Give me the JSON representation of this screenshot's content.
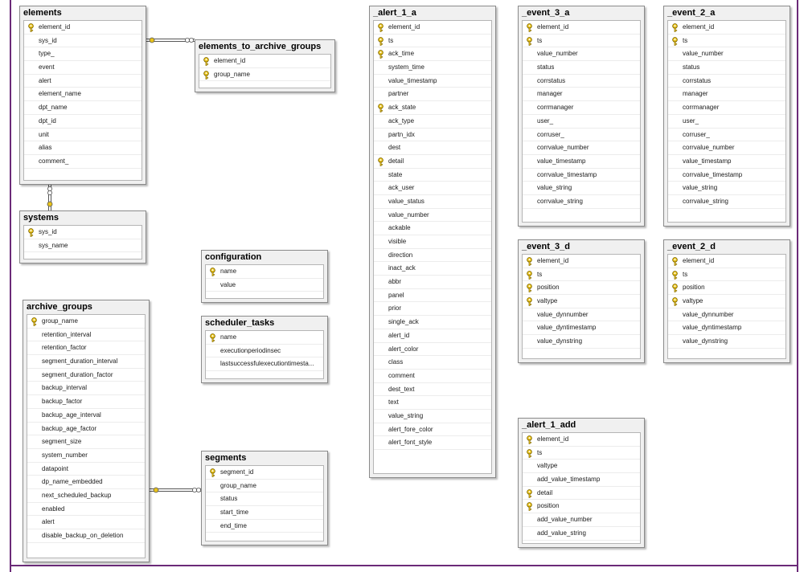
{
  "tables": {
    "elements": {
      "title": "elements",
      "columns": [
        {
          "name": "element_id",
          "key": true
        },
        {
          "name": "sys_id",
          "key": false
        },
        {
          "name": "type_",
          "key": false
        },
        {
          "name": "event",
          "key": false
        },
        {
          "name": "alert",
          "key": false
        },
        {
          "name": "element_name",
          "key": false
        },
        {
          "name": "dpt_name",
          "key": false
        },
        {
          "name": "dpt_id",
          "key": false
        },
        {
          "name": "unit",
          "key": false
        },
        {
          "name": "alias",
          "key": false
        },
        {
          "name": "comment_",
          "key": false
        }
      ]
    },
    "elements_to_archive_groups": {
      "title": "elements_to_archive_groups",
      "columns": [
        {
          "name": "element_id",
          "key": true
        },
        {
          "name": "group_name",
          "key": true
        }
      ]
    },
    "systems": {
      "title": "systems",
      "columns": [
        {
          "name": "sys_id",
          "key": true
        },
        {
          "name": "sys_name",
          "key": false
        }
      ]
    },
    "configuration": {
      "title": "configuration",
      "columns": [
        {
          "name": "name",
          "key": true
        },
        {
          "name": "value",
          "key": false
        }
      ]
    },
    "scheduler_tasks": {
      "title": "scheduler_tasks",
      "columns": [
        {
          "name": "name",
          "key": true
        },
        {
          "name": "executionperiodinsec",
          "key": false
        },
        {
          "name": "lastsuccessfulexecutiontimesta...",
          "key": false
        }
      ]
    },
    "archive_groups": {
      "title": "archive_groups",
      "columns": [
        {
          "name": "group_name",
          "key": true
        },
        {
          "name": "retention_interval",
          "key": false
        },
        {
          "name": "retention_factor",
          "key": false
        },
        {
          "name": "segment_duration_interval",
          "key": false
        },
        {
          "name": "segment_duration_factor",
          "key": false
        },
        {
          "name": "backup_interval",
          "key": false
        },
        {
          "name": "backup_factor",
          "key": false
        },
        {
          "name": "backup_age_interval",
          "key": false
        },
        {
          "name": "backup_age_factor",
          "key": false
        },
        {
          "name": "segment_size",
          "key": false
        },
        {
          "name": "system_number",
          "key": false
        },
        {
          "name": "datapoint",
          "key": false
        },
        {
          "name": "dp_name_embedded",
          "key": false
        },
        {
          "name": "next_scheduled_backup",
          "key": false
        },
        {
          "name": "enabled",
          "key": false
        },
        {
          "name": "alert",
          "key": false
        },
        {
          "name": "disable_backup_on_deletion",
          "key": false
        }
      ]
    },
    "segments": {
      "title": "segments",
      "columns": [
        {
          "name": "segment_id",
          "key": true
        },
        {
          "name": "group_name",
          "key": false
        },
        {
          "name": "status",
          "key": false
        },
        {
          "name": "start_time",
          "key": false
        },
        {
          "name": "end_time",
          "key": false
        }
      ]
    },
    "alert_1_a": {
      "title": "_alert_1_a",
      "columns": [
        {
          "name": "element_id",
          "key": true
        },
        {
          "name": "ts",
          "key": true
        },
        {
          "name": "ack_time",
          "key": true
        },
        {
          "name": "system_time",
          "key": false
        },
        {
          "name": "value_timestamp",
          "key": false
        },
        {
          "name": "partner",
          "key": false
        },
        {
          "name": "ack_state",
          "key": true
        },
        {
          "name": "ack_type",
          "key": false
        },
        {
          "name": "partn_idx",
          "key": false
        },
        {
          "name": "dest",
          "key": false
        },
        {
          "name": "detail",
          "key": true
        },
        {
          "name": "state",
          "key": false
        },
        {
          "name": "ack_user",
          "key": false
        },
        {
          "name": "value_status",
          "key": false
        },
        {
          "name": "value_number",
          "key": false
        },
        {
          "name": "ackable",
          "key": false
        },
        {
          "name": "visible",
          "key": false
        },
        {
          "name": "direction",
          "key": false
        },
        {
          "name": "inact_ack",
          "key": false
        },
        {
          "name": "abbr",
          "key": false
        },
        {
          "name": "panel",
          "key": false
        },
        {
          "name": "prior",
          "key": false
        },
        {
          "name": "single_ack",
          "key": false
        },
        {
          "name": "alert_id",
          "key": false
        },
        {
          "name": "alert_color",
          "key": false
        },
        {
          "name": "class",
          "key": false
        },
        {
          "name": "comment",
          "key": false
        },
        {
          "name": "dest_text",
          "key": false
        },
        {
          "name": "text",
          "key": false
        },
        {
          "name": "value_string",
          "key": false
        },
        {
          "name": "alert_fore_color",
          "key": false
        },
        {
          "name": "alert_font_style",
          "key": false
        }
      ]
    },
    "event_3_a": {
      "title": "_event_3_a",
      "columns": [
        {
          "name": "element_id",
          "key": true
        },
        {
          "name": "ts",
          "key": true
        },
        {
          "name": "value_number",
          "key": false
        },
        {
          "name": "status",
          "key": false
        },
        {
          "name": "corrstatus",
          "key": false
        },
        {
          "name": "manager",
          "key": false
        },
        {
          "name": "corrmanager",
          "key": false
        },
        {
          "name": "user_",
          "key": false
        },
        {
          "name": "corruser_",
          "key": false
        },
        {
          "name": "corrvalue_number",
          "key": false
        },
        {
          "name": "value_timestamp",
          "key": false
        },
        {
          "name": "corrvalue_timestamp",
          "key": false
        },
        {
          "name": "value_string",
          "key": false
        },
        {
          "name": "corrvalue_string",
          "key": false
        }
      ]
    },
    "event_2_a": {
      "title": "_event_2_a",
      "columns": [
        {
          "name": "element_id",
          "key": true
        },
        {
          "name": "ts",
          "key": true
        },
        {
          "name": "value_number",
          "key": false
        },
        {
          "name": "status",
          "key": false
        },
        {
          "name": "corrstatus",
          "key": false
        },
        {
          "name": "manager",
          "key": false
        },
        {
          "name": "corrmanager",
          "key": false
        },
        {
          "name": "user_",
          "key": false
        },
        {
          "name": "corruser_",
          "key": false
        },
        {
          "name": "corrvalue_number",
          "key": false
        },
        {
          "name": "value_timestamp",
          "key": false
        },
        {
          "name": "corrvalue_timestamp",
          "key": false
        },
        {
          "name": "value_string",
          "key": false
        },
        {
          "name": "corrvalue_string",
          "key": false
        }
      ]
    },
    "event_3_d": {
      "title": "_event_3_d",
      "columns": [
        {
          "name": "element_id",
          "key": true
        },
        {
          "name": "ts",
          "key": true
        },
        {
          "name": "position",
          "key": true
        },
        {
          "name": "valtype",
          "key": true
        },
        {
          "name": "value_dynnumber",
          "key": false
        },
        {
          "name": "value_dyntimestamp",
          "key": false
        },
        {
          "name": "value_dynstring",
          "key": false
        }
      ]
    },
    "event_2_d": {
      "title": "_event_2_d",
      "columns": [
        {
          "name": "element_id",
          "key": true
        },
        {
          "name": "ts",
          "key": true
        },
        {
          "name": "position",
          "key": true
        },
        {
          "name": "valtype",
          "key": true
        },
        {
          "name": "value_dynnumber",
          "key": false
        },
        {
          "name": "value_dyntimestamp",
          "key": false
        },
        {
          "name": "value_dynstring",
          "key": false
        }
      ]
    },
    "alert_1_add": {
      "title": "_alert_1_add",
      "columns": [
        {
          "name": "element_id",
          "key": true
        },
        {
          "name": "ts",
          "key": true
        },
        {
          "name": "valtype",
          "key": false
        },
        {
          "name": "add_value_timestamp",
          "key": false
        },
        {
          "name": "detail",
          "key": true
        },
        {
          "name": "position",
          "key": true
        },
        {
          "name": "add_value_number",
          "key": false
        },
        {
          "name": "add_value_string",
          "key": false
        }
      ]
    }
  },
  "colors": {
    "frame": "#6b2a78",
    "key_icon": "#e8c21a",
    "relationship_line": "#555555"
  },
  "icons": {
    "primary_key": "key-icon",
    "one_end": "key-end-icon",
    "many_end": "infinity-icon"
  }
}
